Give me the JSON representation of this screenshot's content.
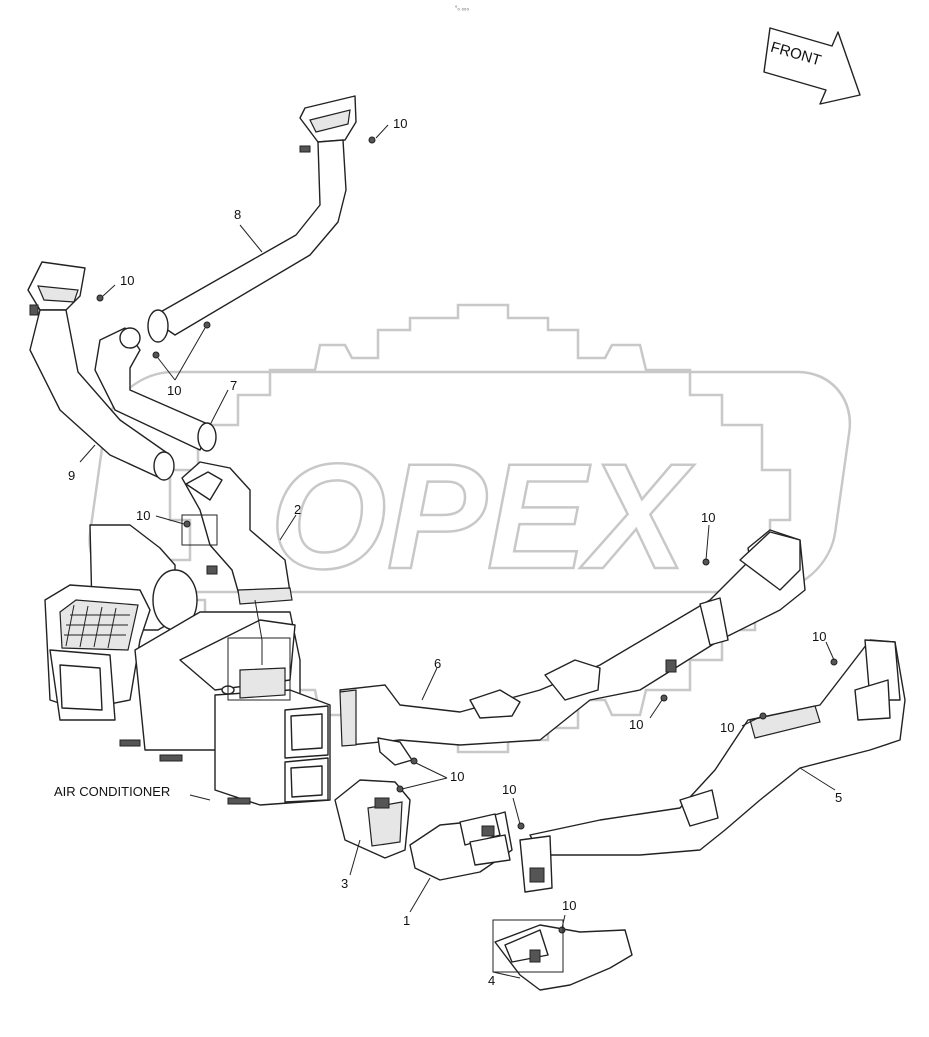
{
  "header_mark": "°₀ ₀₀₀",
  "direction_arrow": {
    "label": "FRONT"
  },
  "watermark": {
    "text": "OPEX"
  },
  "component_label": "AIR CONDITIONER",
  "callouts": {
    "c1": "1",
    "c2": "2",
    "c3": "3",
    "c4": "4",
    "c5": "5",
    "c6": "6",
    "c7": "7",
    "c8": "8",
    "c9": "9",
    "f1": "10",
    "f2": "10",
    "f3": "10",
    "f4": "10",
    "f5": "10",
    "f6": "10",
    "f7": "10",
    "f8": "10",
    "f9": "10",
    "f10": "10",
    "f11": "10"
  },
  "colors": {
    "line": "#222222",
    "watermark": "#c8c8c8",
    "background": "#ffffff"
  }
}
